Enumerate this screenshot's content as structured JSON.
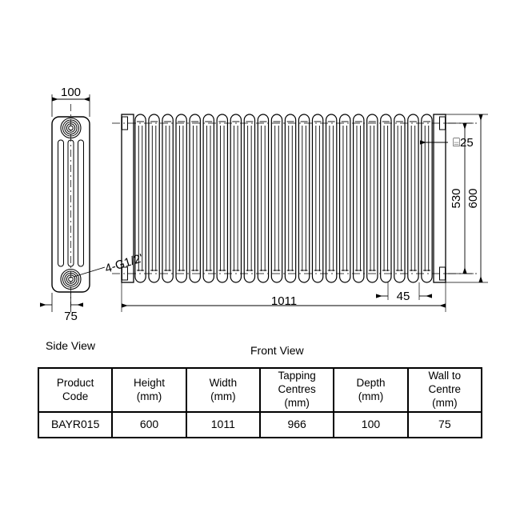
{
  "drawing": {
    "title_side_view": "Side View",
    "title_front_view": "Front View",
    "side_view": {
      "top_dimension": "100",
      "bottom_dimension": "75",
      "thread_callout": "4-G1/2'"
    },
    "front_view": {
      "width_dimension": "1011",
      "pitch_dimension": "45",
      "column_diameter": "⌸25",
      "tapping_centres_dimension": "530",
      "height_dimension": "600",
      "column_count": 22
    }
  },
  "spec_table": {
    "headers": [
      {
        "line1": "Product",
        "line2": "Code",
        "line3": ""
      },
      {
        "line1": "Height",
        "line2": "(mm)",
        "line3": ""
      },
      {
        "line1": "Width",
        "line2": "(mm)",
        "line3": ""
      },
      {
        "line1": "Tapping",
        "line2": "Centres",
        "line3": "(mm)"
      },
      {
        "line1": "Depth",
        "line2": "(mm)",
        "line3": ""
      },
      {
        "line1": "Wall to",
        "line2": "Centre",
        "line3": "(mm)"
      }
    ],
    "rows": [
      {
        "product_code": "BAYR015",
        "height": "600",
        "width": "1011",
        "tapping_centres": "966",
        "depth": "100",
        "wall_to_centre": "75"
      }
    ]
  },
  "colors": {
    "line": "#000000",
    "background": "#ffffff",
    "shade": "#d9d9d9"
  }
}
